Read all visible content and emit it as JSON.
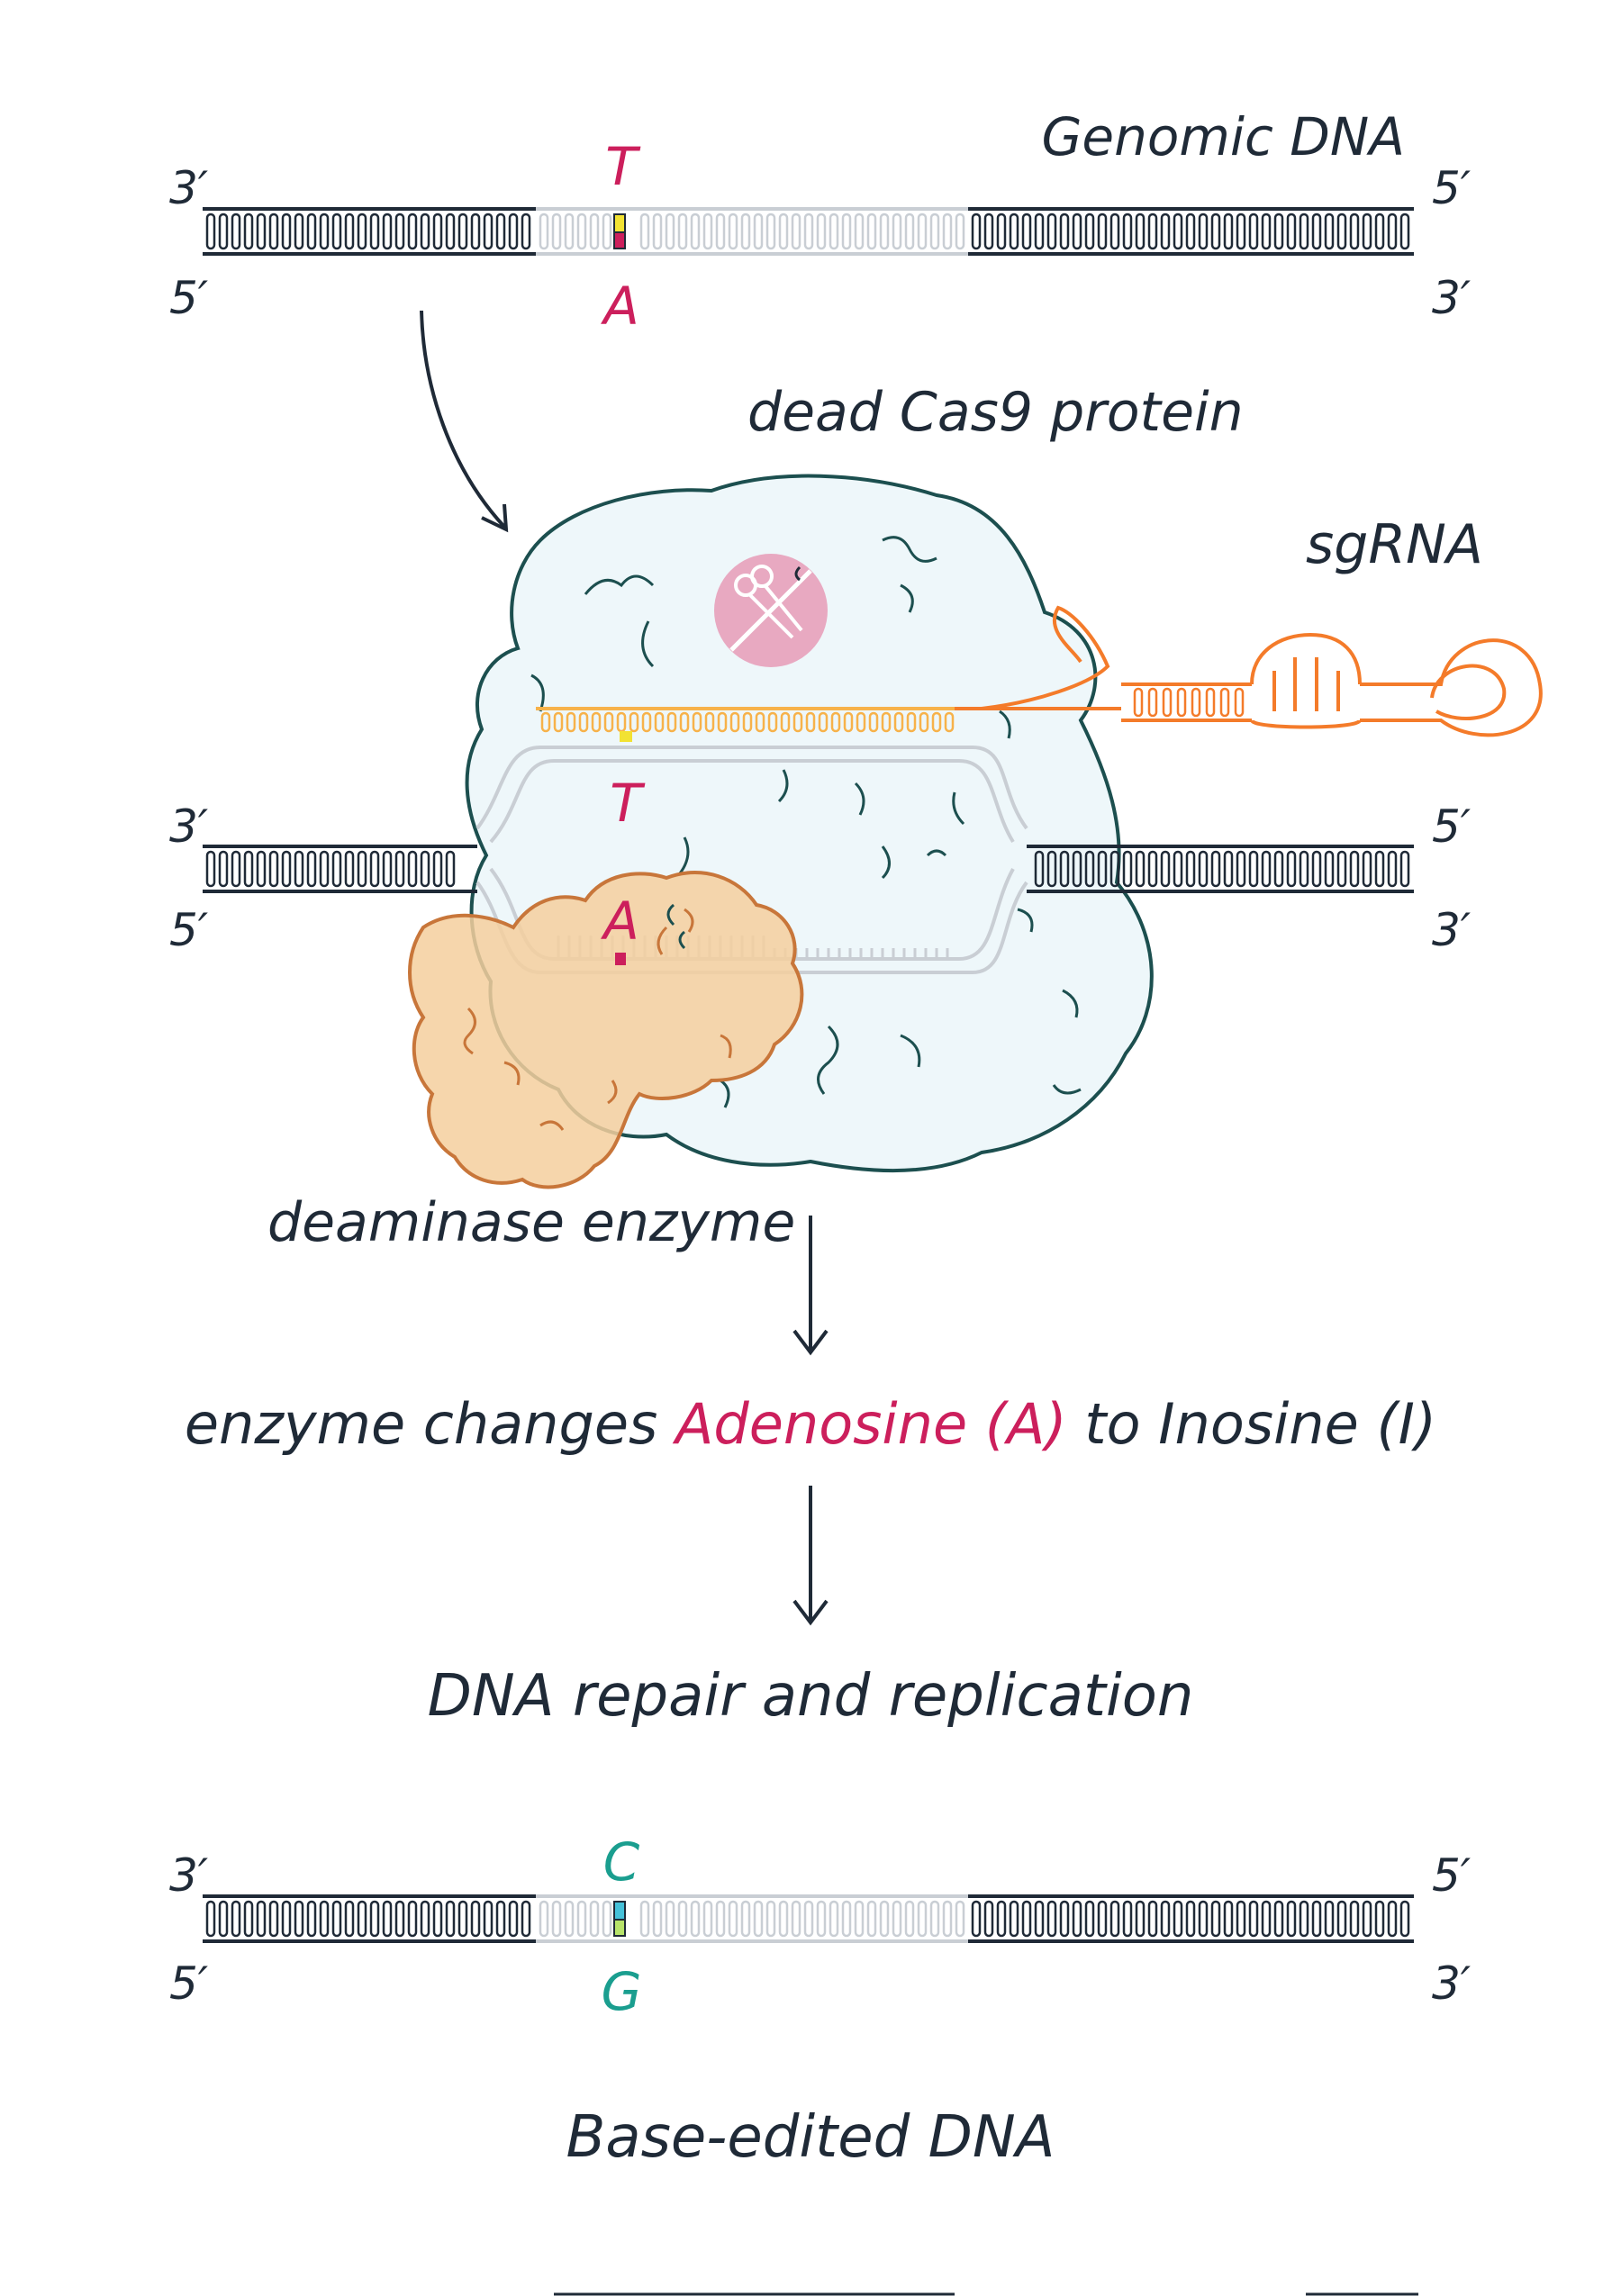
{
  "colors": {
    "outline": "#1f2a37",
    "highlight_base": "#cc1f5c",
    "edited_base": "#1a9e8f",
    "yellow_mark": "#f2e233",
    "cyan_mark": "#45c1d9",
    "green_mark": "#b7e36a",
    "sgrna": "#f47b2a",
    "sgrna_light": "#f7b24a",
    "cas9_fill": "#eef7fa",
    "cas9_stroke": "#1c4f4f",
    "deaminase_fill": "#f4cf9e",
    "deaminase_stroke": "#c8763a",
    "no_cut_fill": "#e8a9c1"
  },
  "top_dna": {
    "title": "Genomic DNA",
    "left_top_end": "3′",
    "left_bottom_end": "5′",
    "right_top_end": "5′",
    "right_bottom_end": "3′",
    "top_base": "T",
    "bottom_base": "A"
  },
  "complex": {
    "cas9_label": "dead Cas9 protein",
    "sgrna_label": "sgRNA",
    "deaminase_label": "deaminase enzyme",
    "left_top_end": "3′",
    "left_bottom_end": "5′",
    "right_top_end": "5′",
    "right_bottom_end": "3′",
    "top_base": "T",
    "bottom_base": "A",
    "no_cut_icon": "crossed-scissors-icon"
  },
  "step1": {
    "prefix": "enzyme changes ",
    "highlight": "Adenosine (A)",
    "suffix": " to Inosine (I)"
  },
  "step2": {
    "text": "DNA repair and replication"
  },
  "bottom_dna": {
    "left_top_end": "3′",
    "left_bottom_end": "5′",
    "right_top_end": "5′",
    "right_bottom_end": "3′",
    "top_base": "C",
    "bottom_base": "G",
    "caption": "Base-edited DNA"
  }
}
